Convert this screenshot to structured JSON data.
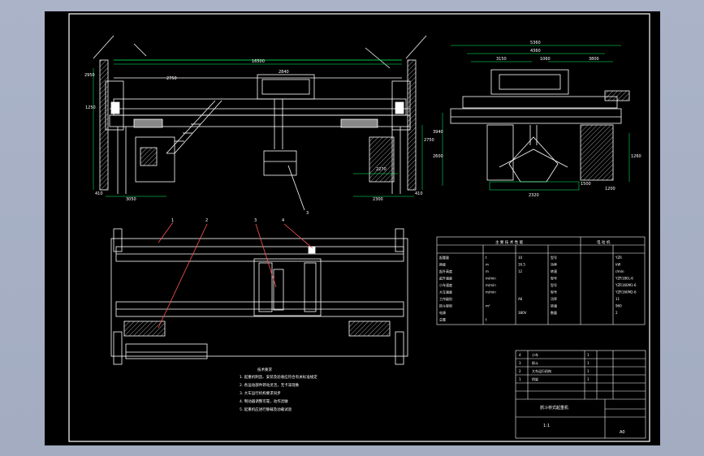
{
  "drawing": {
    "top_dims": {
      "span": "16500",
      "trolley": "2840",
      "rail": "2750",
      "left_h": "2950",
      "right_h": "2750",
      "left_edge": "410",
      "right_edge": "410",
      "base_left": "3050",
      "base_right": "2300",
      "vert_1": "1250",
      "vert_2": "2270",
      "grab_label": "3"
    },
    "side_dims": {
      "overall": "5360",
      "inner": "4360",
      "a": "3150",
      "b": "1060",
      "c": "3800",
      "d": "3940",
      "e": "2600",
      "f": "1260",
      "g": "2320",
      "h": "1500",
      "i": "1200"
    },
    "plan_callouts": [
      "1",
      "2",
      "3",
      "4"
    ],
    "tech_title": "技术要求",
    "tech_notes": [
      "1. 起重机制造、安装及验收应符合有关标准规定",
      "2. 各运动部件转动灵活，无卡滞现象",
      "3. 大车运行机构要求同步",
      "4. 制动器调整可靠，动作灵敏",
      "5. 起重机应进行静载及动载试验"
    ],
    "param_table": {
      "title": "主 要 技 术 性 能",
      "sub_title": "电 动 机",
      "rows": [
        [
          "起重量",
          "t",
          "10",
          "型号",
          "YZR"
        ],
        [
          "跨度",
          "m",
          "16.5",
          "功率",
          "kW"
        ],
        [
          "起升高度",
          "m",
          "12",
          "转速",
          "r/min"
        ],
        [
          "起升速度",
          "m/min",
          "",
          "型号",
          "YZR180L-6"
        ],
        [
          "小车速度",
          "m/min",
          "",
          "型号",
          "YZR160M1-6"
        ],
        [
          "大车速度",
          "m/min",
          "",
          "型号",
          "YZR160M2-6"
        ],
        [
          "工作级别",
          "",
          "A6",
          "功率",
          "11"
        ],
        [
          "抓斗容积",
          "m³",
          "",
          "转速",
          "960"
        ],
        [
          "电源",
          "",
          "380V",
          "数量",
          "2"
        ],
        [
          "总重",
          "t",
          "",
          "",
          ""
        ]
      ]
    },
    "parts_table": {
      "rows": [
        [
          "4",
          "小车",
          "1",
          ""
        ],
        [
          "3",
          "抓斗",
          "1",
          ""
        ],
        [
          "2",
          "大车运行机构",
          "1",
          ""
        ],
        [
          "1",
          "桥架",
          "1",
          ""
        ]
      ]
    },
    "title_block": {
      "name": "抓斗桥式起重机",
      "scale": "1:1",
      "dwg_no": "A0"
    }
  }
}
